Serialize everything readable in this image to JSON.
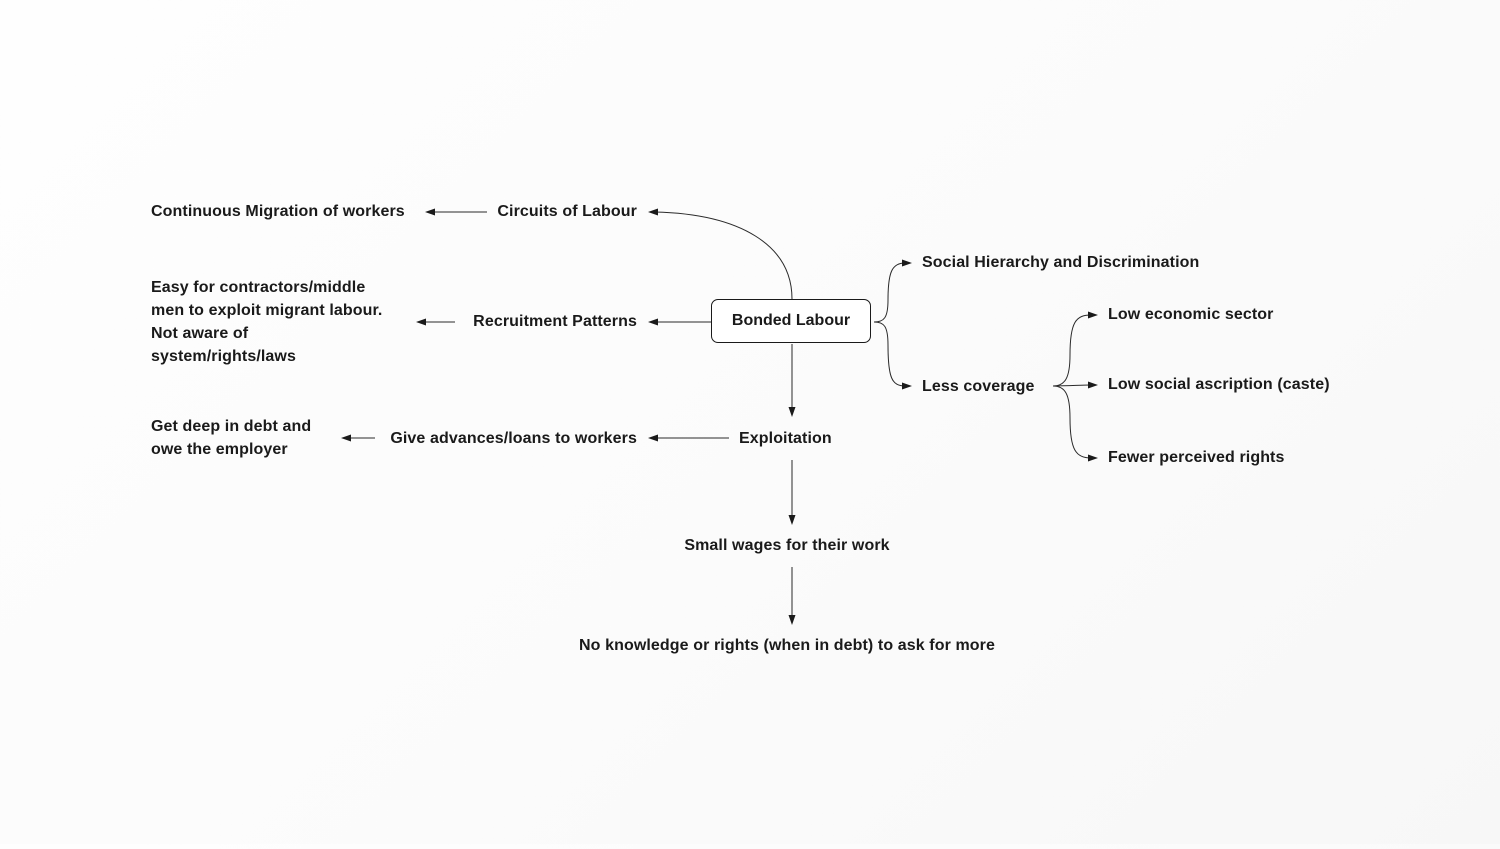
{
  "diagram": {
    "root": "Bonded Labour",
    "nodes": {
      "circuits": "Circuits of Labour",
      "continuous_migration": "Continuous Migration of workers",
      "recruitment": "Recruitment Patterns",
      "easy_exploit": "Easy for contractors/middle\nmen to exploit migrant labour.\nNot aware of\nsystem/rights/laws",
      "exploitation": "Exploitation",
      "advances": "Give advances/loans to workers",
      "deep_debt": "Get deep in debt and\nowe the employer",
      "small_wages": "Small wages for their work",
      "no_knowledge": "No knowledge or rights (when in debt) to ask for more",
      "social_hierarchy": "Social Hierarchy and Discrimination",
      "less_coverage": "Less coverage",
      "low_economic": "Low economic sector",
      "low_social": "Low social ascription (caste)",
      "fewer_rights": "Fewer perceived rights"
    }
  }
}
